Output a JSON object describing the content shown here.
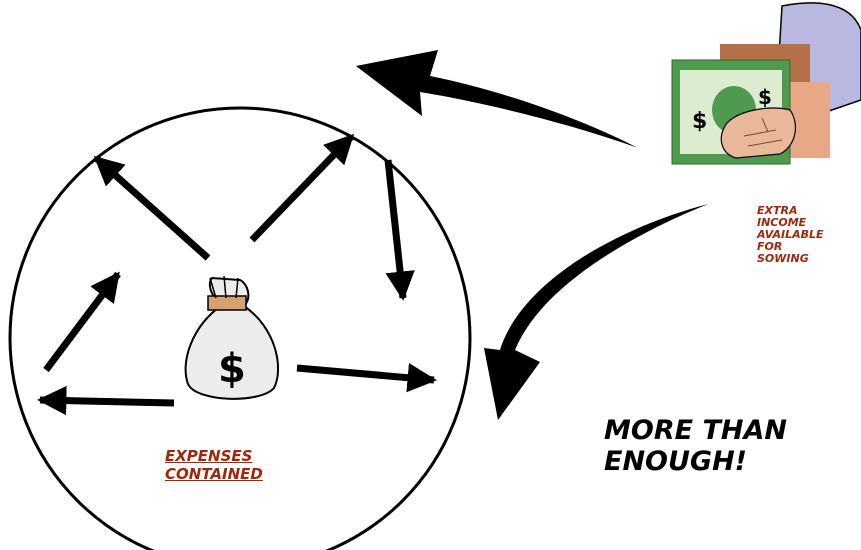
{
  "extra_income": {
    "lines": [
      "EXTRA",
      "INCOME",
      "AVAILABLE",
      "FOR",
      "SOWING"
    ]
  },
  "expenses": {
    "lines": [
      "EXPENSES",
      "CONTAINED"
    ]
  },
  "headline": {
    "lines": [
      "MORE THAN",
      "ENOUGH!"
    ]
  },
  "money_bag": {
    "symbol": "$"
  },
  "bills": {
    "symbols": [
      "$",
      "$"
    ]
  },
  "icons": [
    "money-bag-icon",
    "dollar-bills-hand-icon"
  ],
  "colors": {
    "label_red": "#a0280a",
    "ink": "#000000",
    "bill_green": "#4f9a4f",
    "bill_copper": "#b5704a",
    "sleeve": "#b8b8e0",
    "skin": "#e8b898"
  }
}
